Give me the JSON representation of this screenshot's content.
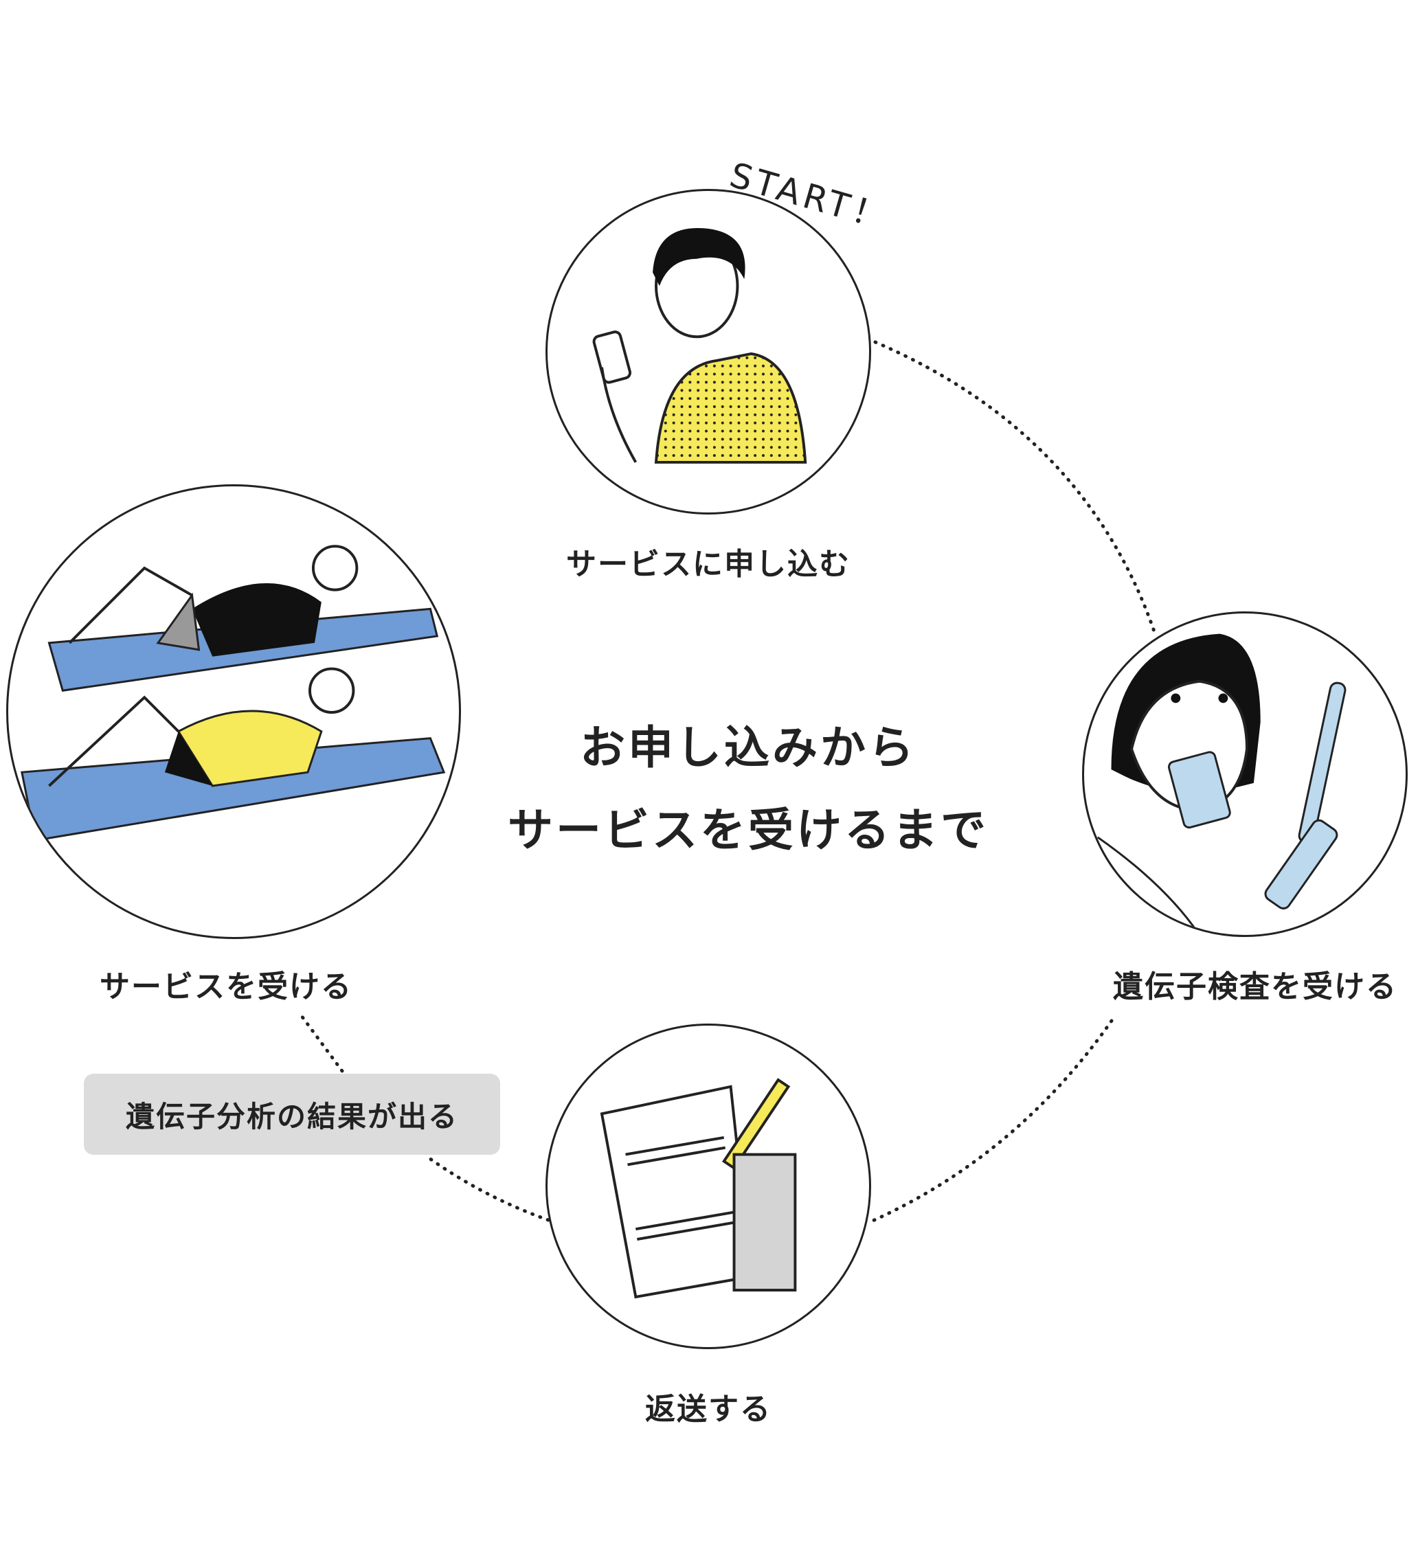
{
  "title": {
    "line1": "お申し込みから",
    "line2": "サービスを受けるまで"
  },
  "start_label": "START！",
  "steps": [
    {
      "label": "サービスに申し込む",
      "icon": "person-with-smartphone"
    },
    {
      "label": "遺伝子検査を受ける",
      "icon": "woman-saliva-test"
    },
    {
      "label": "返送する",
      "icon": "documents-and-envelope"
    },
    {
      "label": "サービスを受ける",
      "icon": "people-doing-situps"
    }
  ],
  "result_badge": "遺伝子分析の結果が出る",
  "colors": {
    "accent_yellow": "#f6e95a",
    "mat_blue": "#6f9bd6",
    "tube_blue": "#bcd9ee",
    "badge_gray": "#dcdcdc"
  }
}
